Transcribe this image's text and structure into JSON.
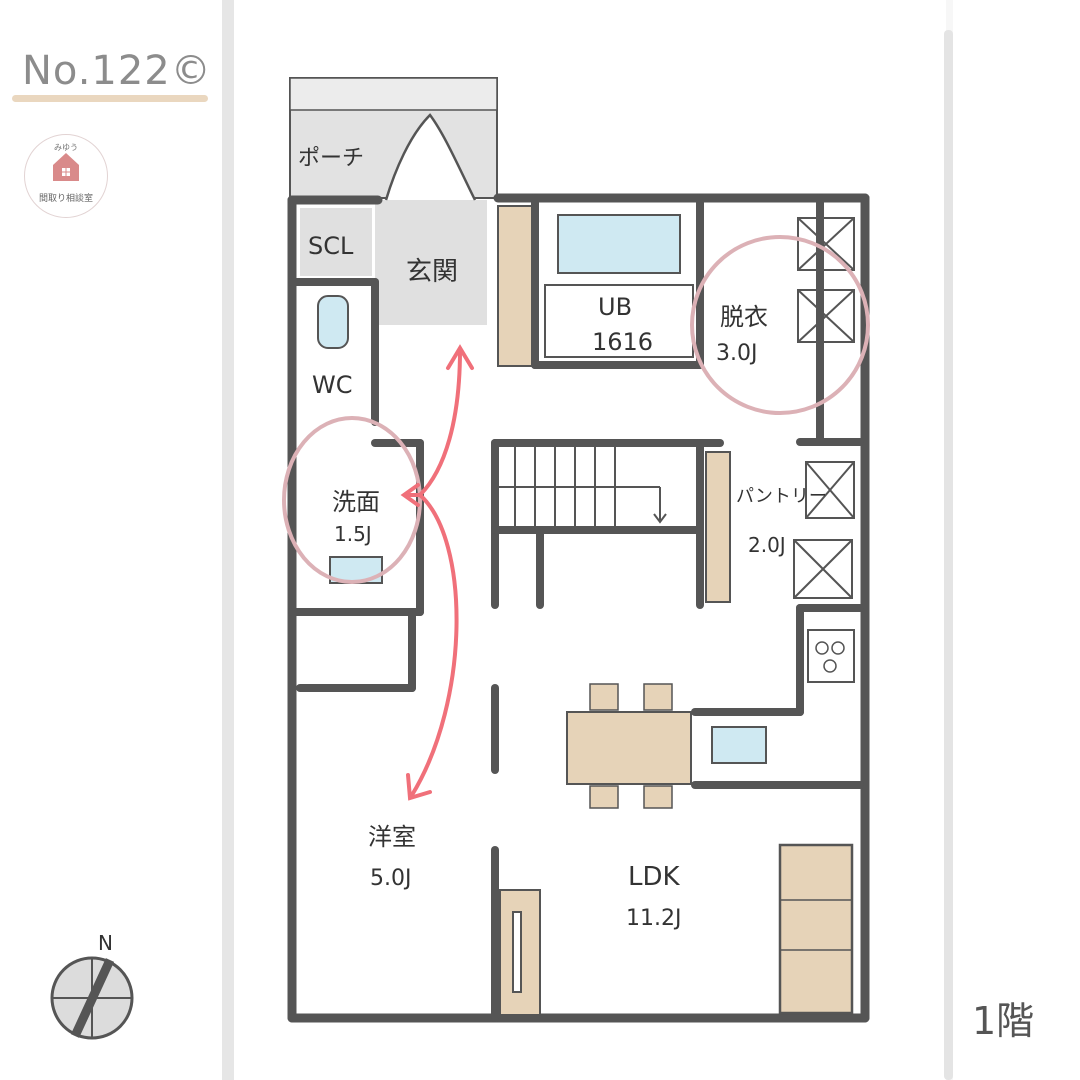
{
  "header": {
    "plan_number": "No.122©"
  },
  "logo": {
    "top_text": "みゆう",
    "bottom_text": "間取り相談室"
  },
  "floor": {
    "label": "1階"
  },
  "compass": {
    "north_label": "N"
  },
  "rooms": {
    "porch": "ポーチ",
    "scl": "SCL",
    "genkan": "玄関",
    "ub_name": "UB",
    "ub_size": "1616",
    "datsui_name": "脱衣",
    "datsui_size": "3.0J",
    "wc": "WC",
    "senmen_name": "洗面",
    "senmen_size": "1.5J",
    "pantry_name": "パントリー",
    "pantry_size": "2.0J",
    "youshitsu_name": "洋室",
    "youshitsu_size": "5.0J",
    "ldk_name": "LDK",
    "ldk_size": "11.2J"
  },
  "colors": {
    "wall": "#555555",
    "wood": "#e6d3b8",
    "grey_floor": "#e0e0e0",
    "water": "#cfe9f2",
    "red_arrow": "#f0707a",
    "highlight_circle": "#dcb1b6"
  }
}
